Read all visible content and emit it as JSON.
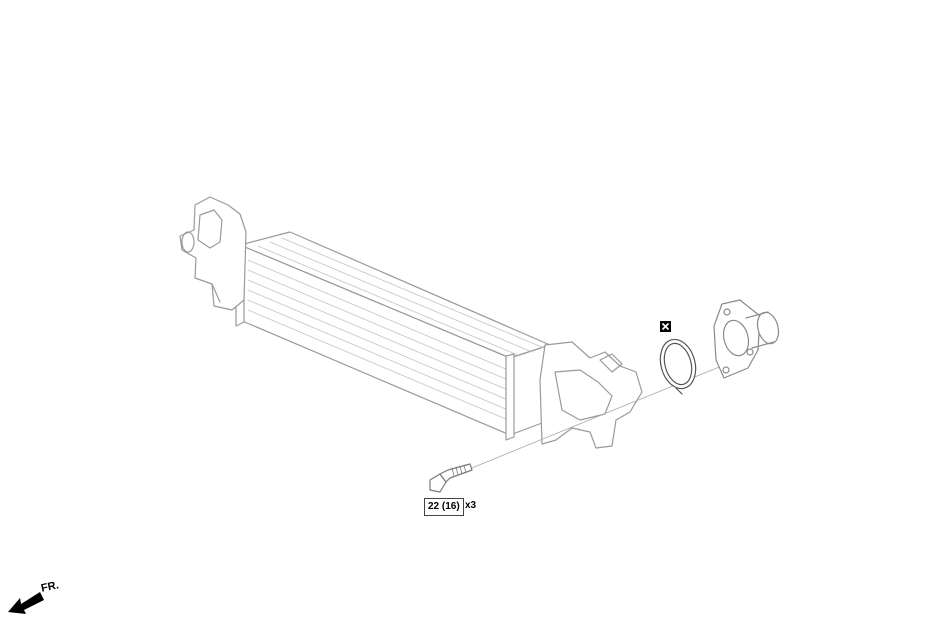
{
  "fastener": {
    "torque": "22 (16)",
    "quantity": "x3"
  },
  "direction": {
    "label": "FR."
  },
  "icons": {
    "non_reusable": "x-box-icon",
    "front_arrow": "arrow-icon"
  }
}
